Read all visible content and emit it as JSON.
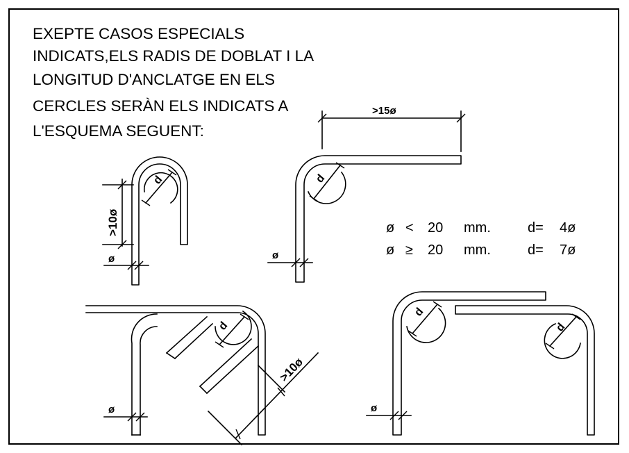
{
  "heading": {
    "lines": [
      "EXEPTE CASOS ESPECIALS",
      "INDICATS,ELS RADIS DE DOBLAT I LA",
      "LONGITUD D'ANCLATGE EN ELS",
      "CERCLES SERÀN ELS INDICATS A",
      "L'ESQUEMA SEGUENT:"
    ]
  },
  "labels": {
    "anchor_long": ">15ø",
    "anchor_short": ">10ø",
    "anchor_diag": ">10ø",
    "bend_d": "d",
    "bar_phi": "ø"
  },
  "rules": [
    {
      "phi": "ø",
      "op": "<",
      "size": "20",
      "unit": "mm.",
      "d_label": "d=",
      "d_value": "4ø"
    },
    {
      "phi": "ø",
      "op": "≥",
      "size": "20",
      "unit": "mm.",
      "d_label": "d=",
      "d_value": "7ø"
    }
  ]
}
